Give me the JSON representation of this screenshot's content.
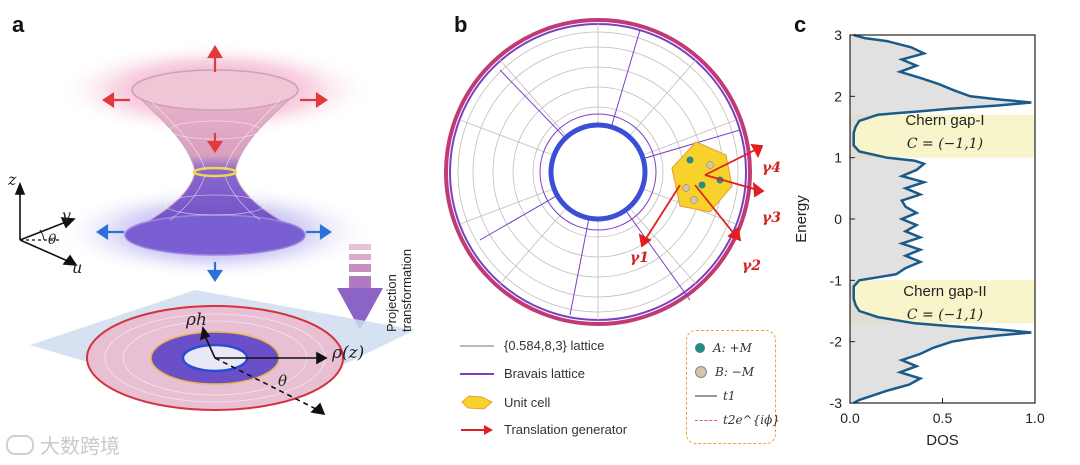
{
  "panel_a": {
    "letter": "a",
    "axis_z": "z",
    "axis_v": "v",
    "axis_u": "u",
    "axis_theta": "θ",
    "arrow_label_line1": "Projection",
    "arrow_label_line2": "transformation",
    "rho_h": "ρh",
    "rho_z": "ρ(z)",
    "theta_disk": "θ"
  },
  "panel_b": {
    "letter": "b",
    "gamma1": "γ1",
    "gamma2": "γ2",
    "gamma3": "γ3",
    "gamma4": "γ4",
    "legend": {
      "lattice": "{0.584,8,3} lattice",
      "bravais": "Bravais lattice",
      "unit_cell": "Unit cell",
      "translation": "Translation generator",
      "site_a": "A: +M",
      "site_b": "B: −M",
      "t1": "t1",
      "t2": "t2e^{iϕ}"
    },
    "colors": {
      "lattice": "#b9b9b9",
      "bravais": "#7b3fc4",
      "unit_cell": "#f7d22a",
      "translation": "#e02020",
      "site_a": "#2a8a86",
      "site_b": "#d8c3a8",
      "outer_ring": "#c23a74",
      "inner_ring": "#3a4fd6"
    }
  },
  "panel_c": {
    "letter": "c",
    "gap1_title": "Chern gap-I",
    "gap1_c": "C = (−1,1)",
    "gap2_title": "Chern gap-II",
    "gap2_c": "C = (−1,1)",
    "colors": {
      "curve": "#1c5a8a",
      "fill": "#d4d4d4",
      "gap": "#f7f5c9"
    }
  },
  "watermark": "大数跨境",
  "chart_data": {
    "type": "line",
    "orientation": "horizontal",
    "xlabel": "DOS",
    "ylabel": "Energy",
    "xlim": [
      0.0,
      1.0
    ],
    "ylim": [
      -3,
      3
    ],
    "xticks": [
      "0.0",
      "0.5",
      "1.0"
    ],
    "yticks": [
      "3",
      "2",
      "1",
      "0",
      "-1",
      "-2",
      "-3"
    ],
    "shaded_gaps": [
      [
        1.0,
        1.7
      ],
      [
        -1.7,
        -1.0
      ]
    ],
    "series": [
      {
        "energy": [
          3.0,
          2.95,
          2.9,
          2.8,
          2.7,
          2.6,
          2.5,
          2.4,
          2.3,
          2.2,
          2.1,
          2.0,
          1.95,
          1.9,
          1.85,
          1.8,
          1.75,
          1.7,
          1.6,
          1.5,
          1.4,
          1.3,
          1.2,
          1.1,
          1.0,
          0.95,
          0.9,
          0.8,
          0.7,
          0.6,
          0.5,
          0.4,
          0.3,
          0.2,
          0.1,
          0.0,
          -0.1,
          -0.2,
          -0.3,
          -0.4,
          -0.5,
          -0.6,
          -0.7,
          -0.8,
          -0.9,
          -0.95,
          -1.0,
          -1.1,
          -1.2,
          -1.3,
          -1.4,
          -1.5,
          -1.6,
          -1.7,
          -1.75,
          -1.8,
          -1.85,
          -1.9,
          -1.95,
          -2.0,
          -2.1,
          -2.2,
          -2.3,
          -2.4,
          -2.5,
          -2.6,
          -2.7,
          -2.8,
          -2.9,
          -2.95,
          -3.0
        ],
        "dos": [
          0.02,
          0.08,
          0.2,
          0.33,
          0.4,
          0.28,
          0.36,
          0.27,
          0.38,
          0.48,
          0.56,
          0.65,
          0.8,
          0.98,
          0.8,
          0.55,
          0.35,
          0.15,
          0.05,
          0.03,
          0.02,
          0.02,
          0.02,
          0.05,
          0.2,
          0.35,
          0.4,
          0.36,
          0.28,
          0.4,
          0.3,
          0.38,
          0.28,
          0.3,
          0.36,
          0.28,
          0.36,
          0.3,
          0.38,
          0.28,
          0.38,
          0.3,
          0.38,
          0.3,
          0.25,
          0.15,
          0.05,
          0.02,
          0.02,
          0.02,
          0.03,
          0.05,
          0.15,
          0.35,
          0.55,
          0.8,
          0.98,
          0.8,
          0.65,
          0.55,
          0.45,
          0.38,
          0.28,
          0.36,
          0.27,
          0.38,
          0.32,
          0.2,
          0.1,
          0.05,
          0.02
        ]
      }
    ]
  }
}
